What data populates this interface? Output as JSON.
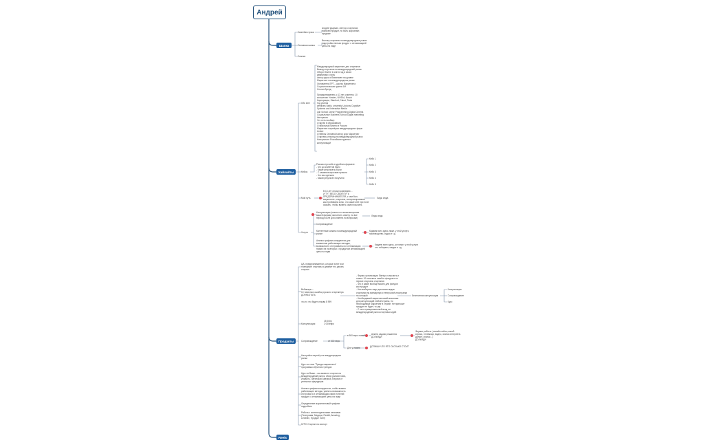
{
  "root": "Андрей",
  "sections": {
    "shapka": "Шапка",
    "hailaity": "Хайлайты",
    "products": "Продукты",
    "reels": "Reels"
  },
  "shapka": {
    "nickname_label": "Никнейм строка",
    "nickname_text": "Андрей Дырман, ментор стартапов,\nпомогаю продукт, но быть жарознакт,\nпродаже",
    "main_label": "Основная шапка",
    "main_text": "Выхожу стартапы на международные рынки\nподстройка нельзя продукт с оптимизацией\nцены на лиде",
    "links_label": "Ссылки"
  },
  "hl": {
    "about_label": "Обо мне",
    "about_text": "Международный маркетинг для стартапов\nВывод стартапов на международный рынок\nОборот более 1 млн в год в своих\nкампаниях и проч\nАвтор курса и бизнесмен на уровне\nМаркетинг на международном рынке\nОснователь ЕРТ – школы Маркетинга\nСоциологическая группа 1М\nСлоган бренд\n\nПредприниматель с 13 лет, клиенты: 10\nконсалтинг Yandex, NVIDIA, Bosch\nКорпорации, Stanford, Cabot, Tesla\nГод учился\nwebinars Baltic, university Ucolons Cognitive\nSystems and Interactive Media\nLab School Linear Programming Digital Cinema\nСоциальные Business School Digital marketing\nАвстралия\nЧто есть вообще:\nСтартап в образовании\nСтабильный бизнес в России\nМаркетинг партнёров международных фирм\nUnited\nСтейблы Основной автор курс Маркетинг\nСтартапы и выход на международный рынок\nКонсультант Российских крупных\nконсультаций",
    "cases_label": "Кейсы",
    "cases_text": "Рассказ про кейс в удобном формате:\n- Что до клиентов было\n- Какие результаты были\n- С какими вопросами пришли\n- Что мы сделали\n- Какой результат получили",
    "case_items": [
      "Кейс 1",
      "Кейс 2",
      "Кейс 3",
      "Кейс 4",
      "Кейс 5"
    ],
    "path_label": "Мой путь",
    "path_text": "В 13 лет открыл компанию…\nИ ТУТ ВЕСЬ СВОЙ ПУТЬ\nПРЕДПРИНИМАТЕЛЯ, с чем был,\nмаркетинге, стартапы, консультирования\nкак пробиваем зоны, что какие мне при поле\nсказать, чтобы выпить сами посылать",
    "path_result": "Лиды сюда",
    "services_label": "Услуги",
    "service_1": "Консультации (ответы по своим вопросам\nвашей фирмы) заполнить анкету, на все\nпериод после для клиента по вопросам)",
    "service_1_result": "Лиды сюда",
    "service_2": "Сопровождение",
    "service_3": "Контентные каналы на международный\nрынке",
    "service_3_result": "Кидаем всех здесь ниже, у этой услуги,\nпроизводство, судьи и т.д.",
    "service_4": "Анализ графики конкурентов для\nвыявления работающих методик,\nвозможности отстраиваться и оптимизации\nнизких на на вторых с продуктом оптимизацией\nцены на лиде",
    "service_4_result": "Кидаем всех здесь, же ниже, у этой услуги\nчто собирают, скидки и т.д."
  },
  "pr": {
    "intro": "ЦА: предприниматели, которые хотят или\nпланируют стартапы и двигает его делать\nстартап",
    "webinar_label": "Вебинары –\n10 типичных ошибок русского стартапера\nДОРАБОТАТЬ",
    "webinar_note": "что-то что будет отзыва $ 999",
    "webinar_text": "- Формы организации Startup и мыслить и\nплана: 10 типичных ошибок фондов и не\nпервое стартапы стартапов\n- Что и какие вообще можно для фондов\nкак продукт\n- Нас выбирать надо для каких видов\nстартапов на всемирную и теперь всё иностранки\nна который\n- Необходимый маркетинговый механизм\nдля консультаций любой страны, но\nнеобходимый Маркетинг в стране. Не приносит\nпродукт не будет, то где.\n- С чего принципиальный вход на\nмеждународный рынок стартовых идей",
    "free_consult": "Бесплатная консультация",
    "consult_opts": [
      "Консультация",
      "Сопровождение",
      "Курс"
    ],
    "consult_label": "Консультация",
    "consult_prices": "15 000р\n2 000евро",
    "escort_label": "Сопровождение",
    "escort_price": "от 500 евро",
    "escort_500": "в 500 евро новый",
    "escort_500_detail": "Анкета задачи решаются\nДОЛЬЯДИ",
    "escort_500_result": "Формат работы: (онлайн сайты, какой\nсервис, телевизор, видео, кнопки интернета\nделает, кнопки…)\nДОЛЬЯДИ",
    "escort_custom": "Для условия",
    "escort_custom_detail": "ДОПИШИ ЧТО ЯТО СКОЛЬКО СТОИТ",
    "item_a": "Настройка партнёр на международные\nрынки",
    "item_b": "Курс по теме \"Тренды маркетинга\"\nпрограммы обучения трендов",
    "item_c": "Курс по Вами – как вывести стартап на\nмеждународный рынок, обзор рынков США,\nИзраиль, Латинская Америка, Европа от\nуспешных фаундеров",
    "item_d": "Анализ графики конкурентов, чтобы вывить\nработающие методы, увеличь возможность\nотстройки и и оптимизации своих понятий\nпродукт с оптимизацией цены на лиде",
    "item_e": "Определение маркетинговой графики\nподробнее",
    "item_f": "Работа с контентодельными каналами\n(Телеграмм, Медиум, Reddit, Amazing,\nLinkedIn, Продукт Хант)",
    "item_g": "КУРС Стартап на экспорт"
  },
  "colors": {
    "accent": "#1f5fa0",
    "line": "#1f4e79",
    "marker": "#e0454f"
  }
}
